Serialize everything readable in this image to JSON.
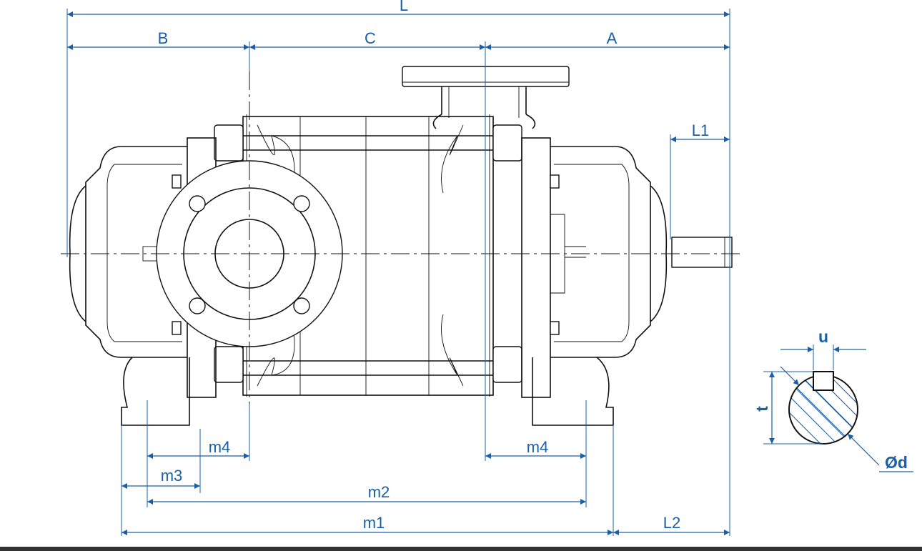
{
  "dimensions": {
    "overall_length": "L",
    "section_b": "B",
    "section_c": "C",
    "section_a": "A",
    "shaft_extension": "L1",
    "shaft_to_foot": "L2",
    "foot_distance_1": "m1",
    "foot_distance_2": "m2",
    "foot_distance_3": "m3",
    "foot_distance_4_left": "m4",
    "foot_distance_4_right": "m4"
  },
  "shaft_section": {
    "key_width": "u",
    "key_height": "t",
    "shaft_diameter": "Ød"
  },
  "colors": {
    "dimension_line": "#1a5fa8",
    "drawing_line": "#111111",
    "footer_bar": "#333333"
  }
}
